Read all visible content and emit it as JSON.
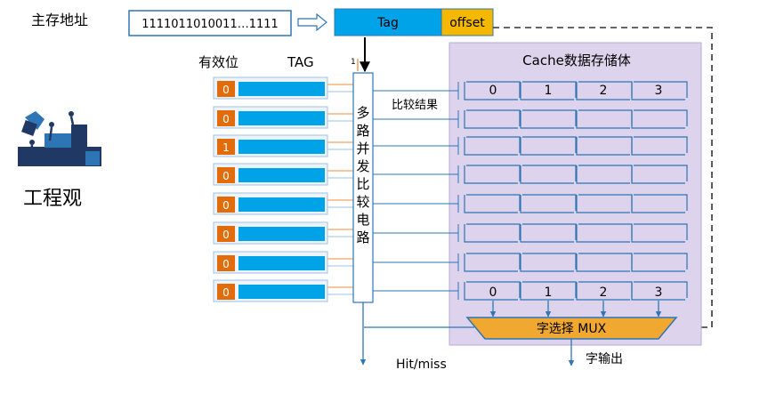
{
  "address_label": "主存地址",
  "address_value": "1111011010011…1111",
  "tag_field": "Tag",
  "offset_field": "offset",
  "valid_header": "有效位",
  "tag_header": "TAG",
  "small_marker": "1",
  "comparator_label": [
    "多",
    "路",
    "并",
    "发",
    "比",
    "较",
    "电",
    "路"
  ],
  "compare_result_label": "比较结果",
  "cache_title": "Cache数据存储体",
  "word_indices": [
    "0",
    "1",
    "2",
    "3"
  ],
  "mux_label": "字选择 MUX",
  "hit_miss_label": "Hit/miss",
  "word_output_label": "字输出",
  "side_title": "工程观",
  "valid_bits": [
    "0",
    "0",
    "1",
    "0",
    "0",
    "0",
    "0",
    "0"
  ],
  "colors": {
    "tag_blue": "#00a2e8",
    "offset_yellow": "#f5b800",
    "valid_orange": "#e36c0a",
    "cache_bg": "#ddd3ec",
    "mux_gold": "#f0a830",
    "arrow_blue": "#2e75b6",
    "icon_navy": "#1f3864",
    "icon_blue": "#2e75b6"
  }
}
